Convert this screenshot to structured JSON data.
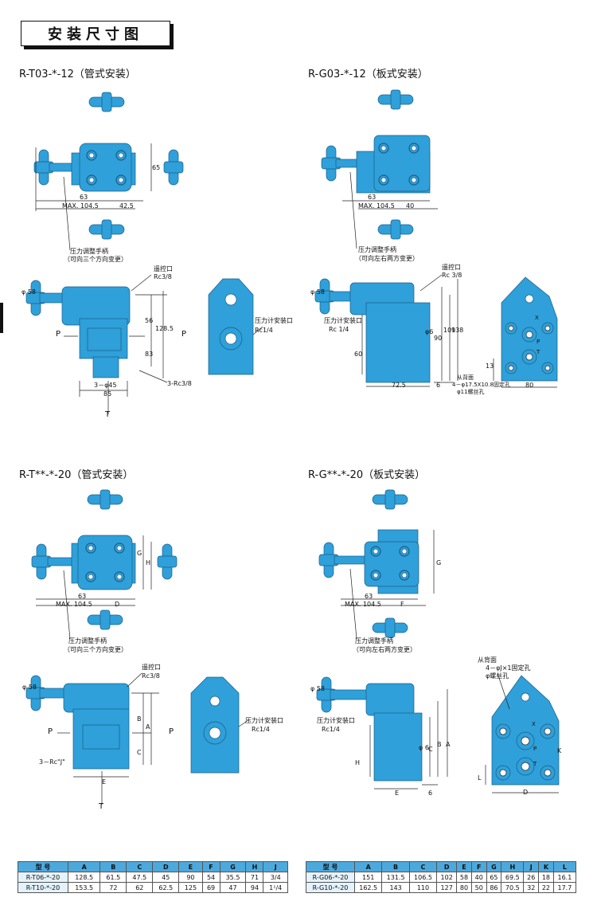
{
  "page_title": "安装尺寸图",
  "sections": [
    {
      "title": "R-T03-*-12（管式安装）"
    },
    {
      "title": "R-G03-*-12（板式安装）"
    },
    {
      "title": "R-T**-*-20（管式安装）"
    },
    {
      "title": "R-G**-*-20（板式安装）"
    }
  ],
  "labels": {
    "s1": {
      "dim65": "65",
      "dim63": "63",
      "max": "MAX. 104.5",
      "dim425": "42.5",
      "handle": "压力调整手柄",
      "handle_note": "（可向三个方向变更）",
      "remote": "遥控口",
      "rc38": "Rc3/8",
      "phi58": "φ 58",
      "p1": "P",
      "p2": "P",
      "dim56": "56",
      "dim1285": "128.5",
      "dim83": "83",
      "gauge": "压力计安装口",
      "rc14": "Rc1/4",
      "holes": "3－φ45",
      "dim85": "85",
      "rc38b": "3-Rc3/8",
      "t": "T"
    },
    "s2": {
      "dim63": "63",
      "max": "MAX. 104.5",
      "dim40": "40",
      "handle": "压力调整手柄",
      "handle_note": "（可向左右两方变更）",
      "remote": "遥控口",
      "rc38": "Rc 3/8",
      "phi58": "φ 58",
      "gauge": "压力计安装口",
      "rc14": "Rc 1/4",
      "dim60": "60",
      "phi6": "φ6",
      "dim90": "90",
      "dim109": "109",
      "dim138": "138",
      "dim725": "72.5",
      "dim6": "6",
      "dim13": "13",
      "dim80": "80",
      "from_back": "从背面",
      "holes": "4－φ17.5X10.8固定孔",
      "screw": "φ11螺丝孔",
      "x": "X",
      "p": "P",
      "t": "T"
    },
    "s3": {
      "g": "G",
      "h": "H",
      "dim63": "63",
      "max": "MAX. 104.5",
      "d": "D",
      "handle": "压力调整手柄",
      "handle_note": "（可向三个方向变更）",
      "remote": "遥控口",
      "rc38": "Rc3/8",
      "phi58": "φ 58",
      "p1": "P",
      "p2": "P",
      "b": "B",
      "a": "A",
      "c": "C",
      "rcj": "3－Rc\"J\"",
      "e": "E",
      "gauge": "压力计安装口",
      "rc14": "Rc1/4",
      "t": "T"
    },
    "s4": {
      "g": "G",
      "dim63": "63",
      "max": "MAX. 104.5",
      "f": "F",
      "handle": "压力调整手柄",
      "handle_note": "（可向左右两方变更）",
      "phi58": "φ 58",
      "gauge": "压力计安装口",
      "rc14": "Rc1/4",
      "h": "H",
      "phi6": "φ 6",
      "c": "C",
      "b": "B",
      "a": "A",
      "e": "E",
      "dim6": "6",
      "from_back": "从背面",
      "holes": "4－φJ×1固定孔",
      "screw": "φ螺丝孔",
      "l": "L",
      "d": "D",
      "k": "K",
      "x": "X",
      "p": "P",
      "t": "T"
    }
  },
  "table_t": {
    "headers": [
      "型 号",
      "A",
      "B",
      "C",
      "D",
      "E",
      "F",
      "G",
      "H",
      "J"
    ],
    "rows": [
      [
        "R-T06-*-20",
        "128.5",
        "61.5",
        "47.5",
        "45",
        "90",
        "54",
        "35.5",
        "71",
        "3/4"
      ],
      [
        "R-T10-*-20",
        "153.5",
        "72",
        "62",
        "62.5",
        "125",
        "69",
        "47",
        "94",
        "1¹/4"
      ]
    ]
  },
  "table_g": {
    "headers": [
      "型 号",
      "A",
      "B",
      "C",
      "D",
      "E",
      "F",
      "G",
      "H",
      "J",
      "K",
      "L"
    ],
    "rows": [
      [
        "R-G06-*-20",
        "151",
        "131.5",
        "106.5",
        "102",
        "58",
        "40",
        "65",
        "69.5",
        "26",
        "18",
        "16.1"
      ],
      [
        "R-G10-*-20",
        "162.5",
        "143",
        "110",
        "127",
        "80",
        "50",
        "86",
        "70.5",
        "32",
        "22",
        "17.7"
      ]
    ]
  },
  "colors": {
    "body": "#2fa0d9",
    "outline": "#1b5c86",
    "line": "#222"
  }
}
